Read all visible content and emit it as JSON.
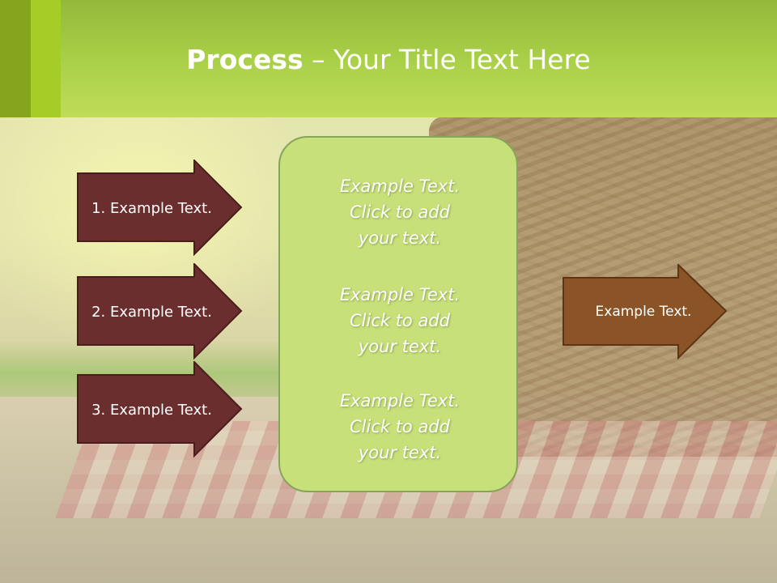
{
  "header": {
    "title_bold": "Process",
    "title_rest": " – Your Title Text Here"
  },
  "steps": [
    {
      "label": "1. Example Text."
    },
    {
      "label": "2. Example Text."
    },
    {
      "label": "3. Example Text."
    }
  ],
  "center": {
    "blocks": [
      {
        "text": "Example Text.\nClick  to add\nyour text."
      },
      {
        "text": "Example Text.\nClick  to add\nyour text."
      },
      {
        "text": "Example Text.\nClick  to add\nyour text."
      }
    ]
  },
  "result": {
    "label": "Example Text."
  },
  "colors": {
    "header_green": "#a9cf48",
    "step_arrow": "#6b2e2e",
    "center_box": "#c7e07a",
    "result_arrow": "#8a5426"
  }
}
